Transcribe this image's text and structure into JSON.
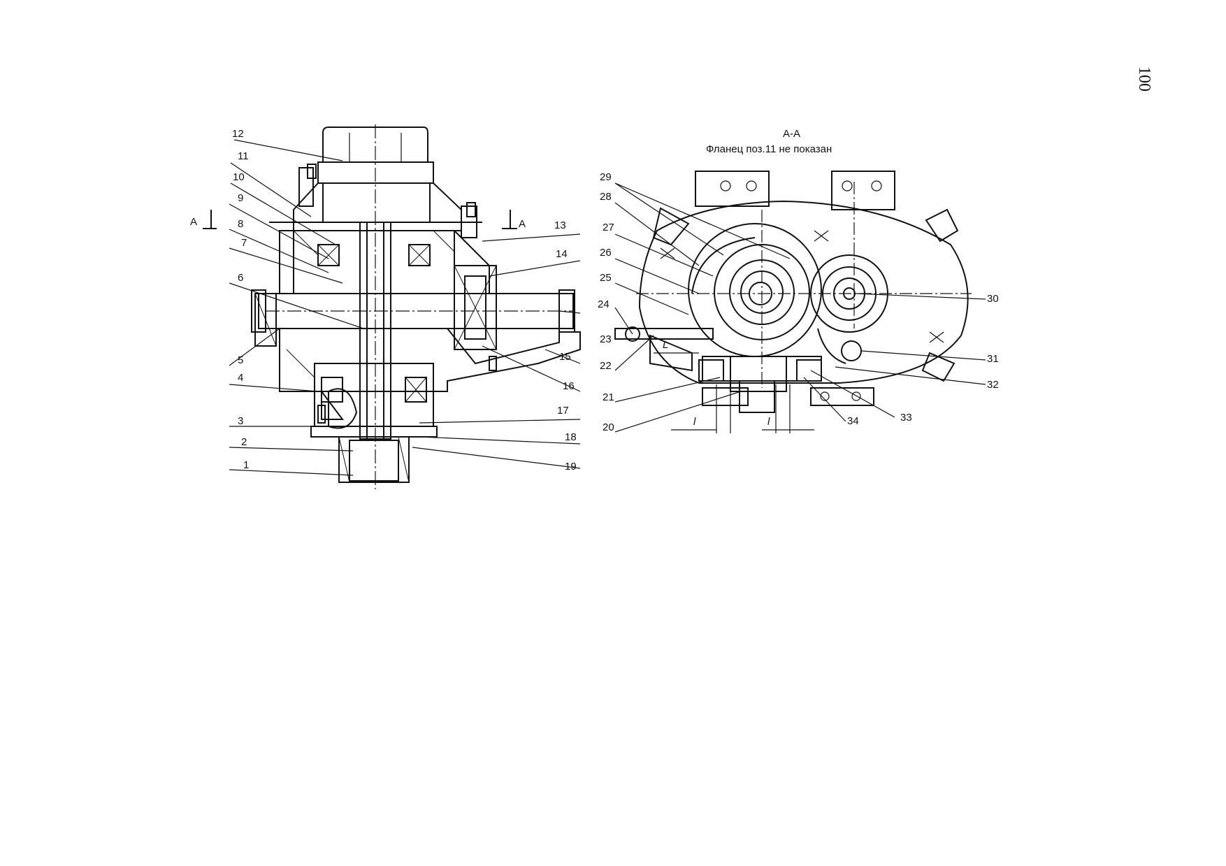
{
  "page_number": "100",
  "section_view": {
    "title": "А-А",
    "note": "Фланец поз.11 не показан"
  },
  "section_marks": {
    "left": "A",
    "right": "A"
  },
  "left_view_callouts": [
    "1",
    "2",
    "3",
    "4",
    "5",
    "6",
    "7",
    "8",
    "9",
    "10",
    "11",
    "12",
    "13",
    "14",
    "15",
    "16",
    "17",
    "18",
    "19",
    "24"
  ],
  "right_view_callouts": [
    "20",
    "21",
    "22",
    "23",
    "25",
    "26",
    "27",
    "28",
    "29",
    "30",
    "31",
    "32",
    "33",
    "34"
  ],
  "dimension_labels": {
    "L": "L",
    "l": "l"
  }
}
